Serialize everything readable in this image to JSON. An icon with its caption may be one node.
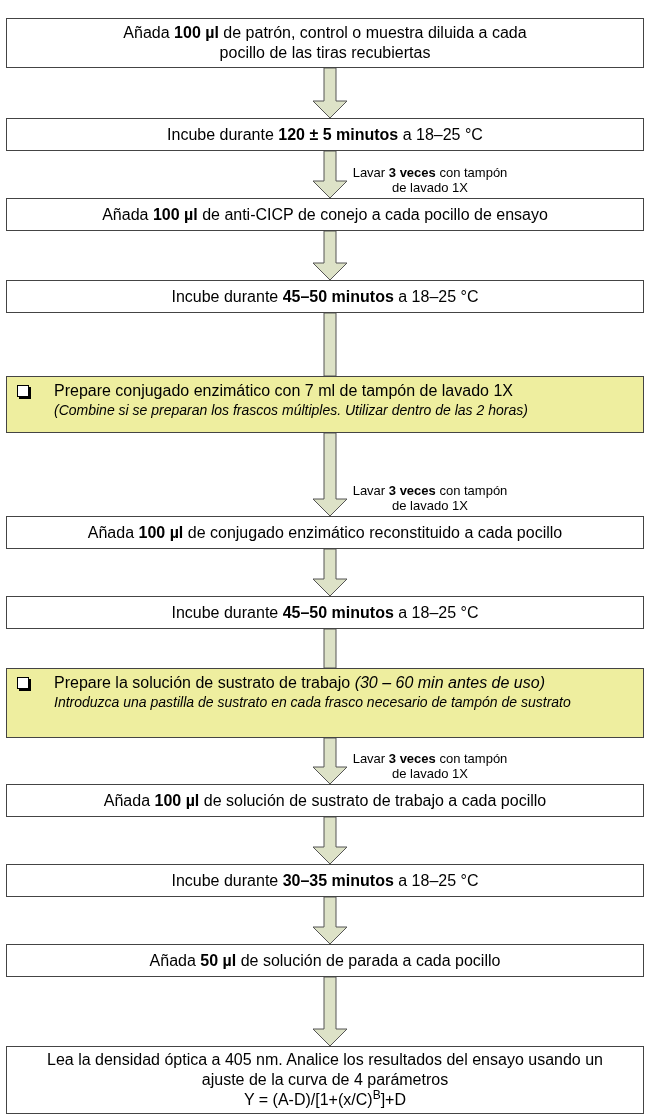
{
  "diagram": {
    "nodes": [
      {
        "text": [
          "Añada **100 µl** de patrón, control o muestra diluida a cada pocillo de las tiras recubiertas"
        ]
      },
      {
        "text": [
          "Incube durante **120 ± 5 minutos** a 18–25 °C"
        ]
      },
      {
        "text": [
          "Añada **100 µl** de anti-CICP de conejo a cada pocillo de ensayo"
        ]
      },
      {
        "text": [
          "Incube durante **45–50 minutos** a 18–25 °C"
        ]
      },
      {
        "text": [
          "Prepare conjugado enzimático con 7 ml de tampón de lavado 1X",
          "(Combine si se preparan los frascos múltiples. Utilizar dentro de las 2 horas)"
        ]
      },
      {
        "text": [
          "Añada **100 µl** de conjugado enzimático reconstituido a cada pocillo"
        ]
      },
      {
        "text": [
          "Incube durante **45–50 minutos** a 18–25 °C"
        ]
      },
      {
        "text": [
          "Prepare la solución de sustrato de trabajo *(30 – 60 min antes de uso)*",
          "Introduzca una pastilla de sustrato en cada frasco necesario de tampón de sustrato"
        ]
      },
      {
        "text": [
          "Añada **100 µl** de solución de sustrato de trabajo a cada pocillo"
        ]
      },
      {
        "text": [
          "Incube durante **30–35 minutos** a 18–25 °C"
        ]
      },
      {
        "text": [
          "Añada **50 µl** de solución de parada a cada pocillo"
        ]
      },
      {
        "text": [
          "Lea la densidad óptica a 405 nm.  Analice los resultados del ensayo usando un ajuste de la curva de 4 parámetros",
          "Y = (A-D)/[1+(x/C)$^{B}$]+D"
        ]
      }
    ],
    "edges": [
      {
        "from": 0,
        "to": 1,
        "arrow": "to"
      },
      {
        "from": 1,
        "to": 2,
        "arrow": "to",
        "label": "Lavar **3 veces** con tampón de lavado 1X"
      },
      {
        "from": 2,
        "to": 3,
        "arrow": "to"
      },
      {
        "from": 3,
        "to": 4,
        "arrow": "none"
      },
      {
        "from": 4,
        "to": 5,
        "arrow": "to",
        "label": "Lavar **3 veces** con tampón de lavado 1X"
      },
      {
        "from": 5,
        "to": 6,
        "arrow": "to"
      },
      {
        "from": 6,
        "to": 7,
        "arrow": "none"
      },
      {
        "from": 7,
        "to": 8,
        "arrow": "to",
        "label": "Lavar **3 veces** con tampón de lavado 1X"
      },
      {
        "from": 8,
        "to": 9,
        "arrow": "to"
      },
      {
        "from": 9,
        "to": 10,
        "arrow": "to"
      },
      {
        "from": 10,
        "to": 11,
        "arrow": "to"
      }
    ]
  }
}
